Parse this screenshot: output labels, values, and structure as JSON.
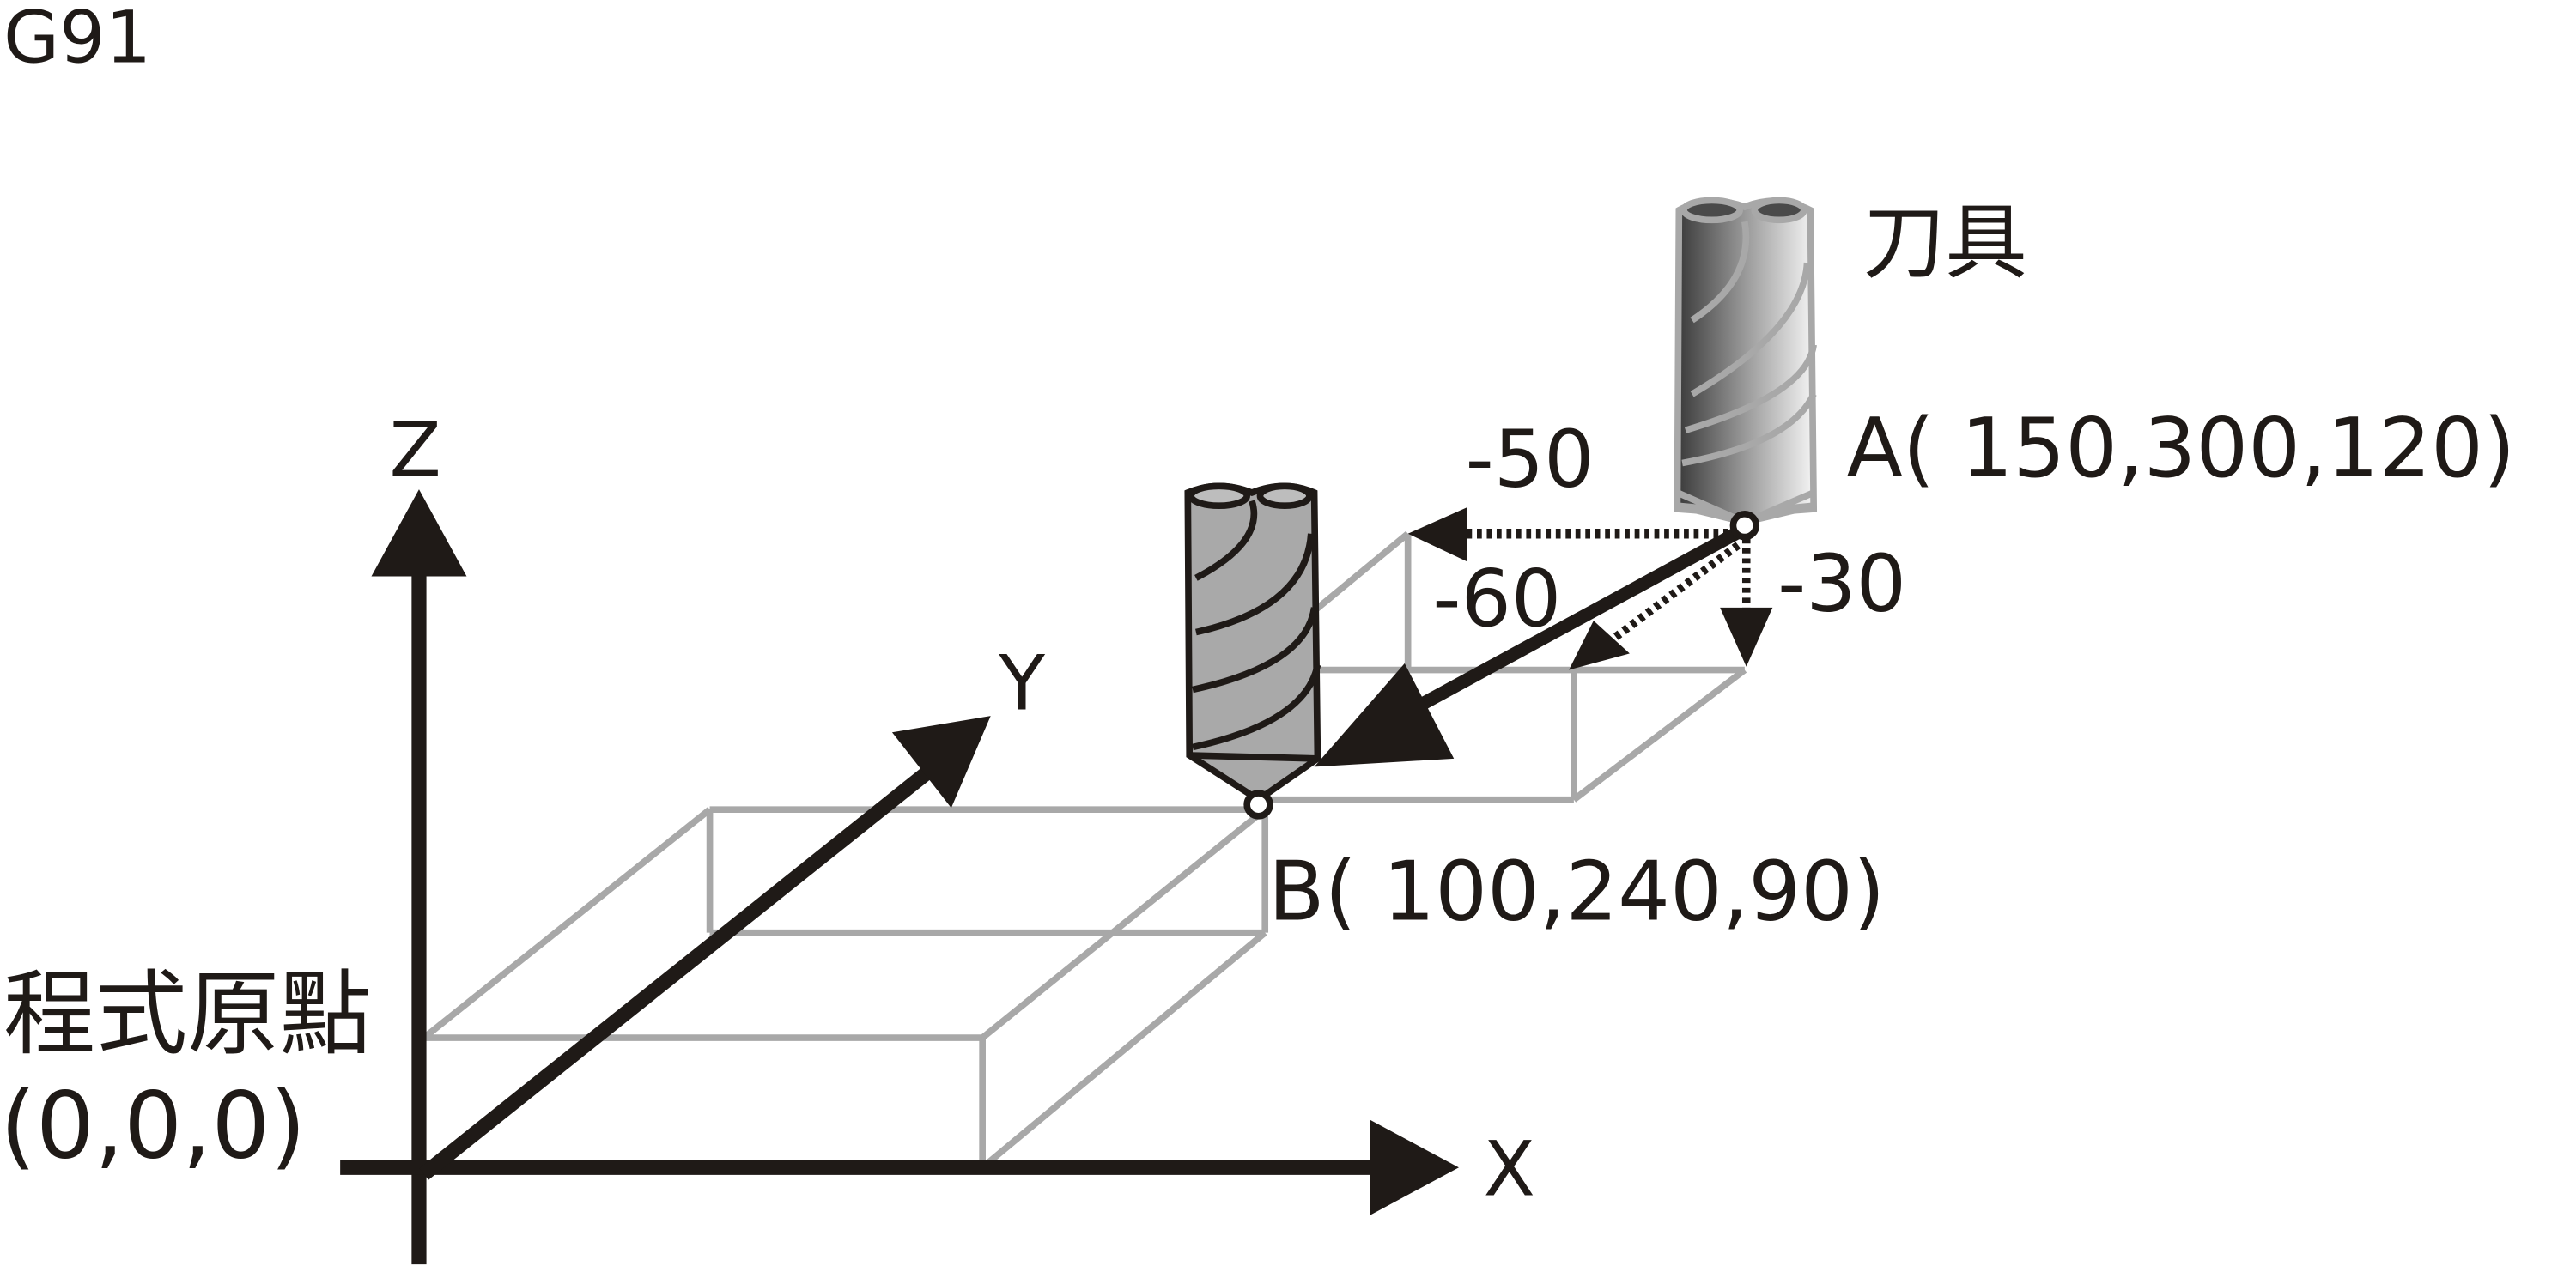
{
  "mode_label": "G91",
  "axes": {
    "x": "X",
    "y": "Y",
    "z": "Z"
  },
  "origin": {
    "label": "程式原點",
    "coords": "(0,0,0)"
  },
  "tool_label": "刀具",
  "point_a": {
    "label": "A( 150,300,120)"
  },
  "point_b": {
    "label": "B( 100,240,90)"
  },
  "increments": {
    "x": "-50",
    "y": "-60",
    "z": "-30"
  },
  "colors": {
    "line": "#1f1a17",
    "box": "#a8a8a8",
    "tool_fill": "#a9a9a9"
  }
}
